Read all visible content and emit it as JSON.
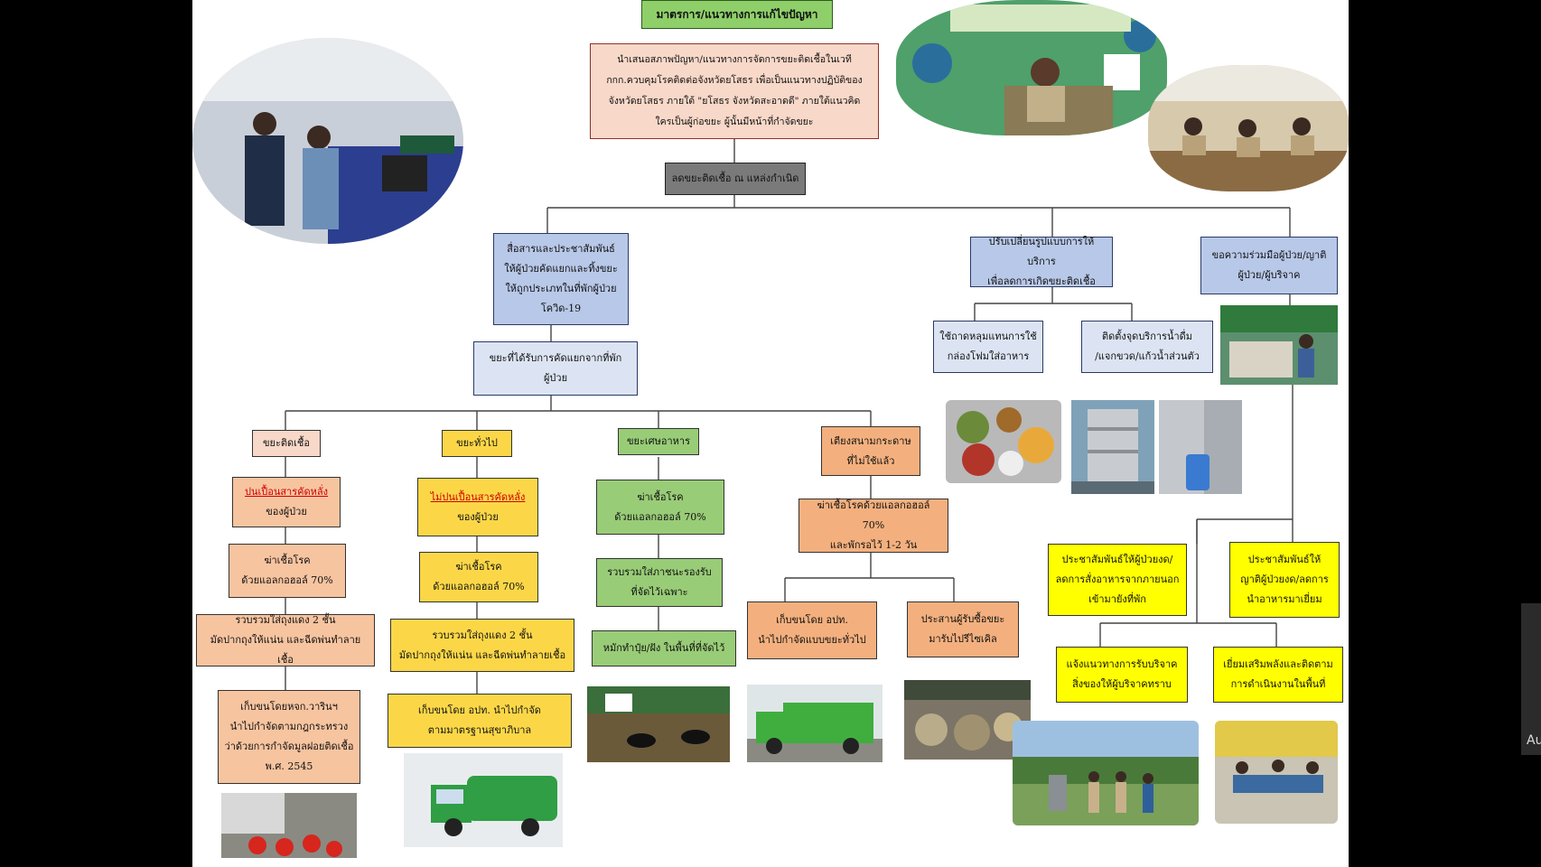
{
  "header_title": "มาตรการ/แนวทางการแก้ไขปัญหา",
  "intro_lines": [
    "นำเสนอสภาพปัญหา/แนวทางการจัดการขยะติดเชื้อในเวที",
    "กกก.ควบคุมโรคติดต่อจังหวัดยโสธร เพื่อเป็นแนวทางปฏิบัติของ",
    "จังหวัดยโสธร ภายใต้ \"ยโสธร จังหวัดสะอาดดี\" ภายใต้แนวคิด",
    "ใครเป็นผู้ก่อขยะ ผู้นั้นมีหน้าที่กำจัดขยะ"
  ],
  "reduce_label": "ลดขยะติดเชื้อ ณ แหล่งกำเนิด",
  "branches": {
    "communicate": [
      "สื่อสารและประชาสัมพันธ์",
      "ให้ผู้ป่วยคัดแยกและทิ้งขยะ",
      "ให้ถูกประเภทในที่พักผู้ป่วย",
      "โควิด-19"
    ],
    "change_service": [
      "ปรับเปลี่ยนรูปแบบการให้บริการ",
      "เพื่อลดการเกิดขยะติดเชื้อ"
    ],
    "cooperate": [
      "ขอความร่วมมือผู้ป่วย/ญาติ",
      "ผู้ป่วย/ผู้บริจาค"
    ]
  },
  "sorted_waste": [
    "ขยะที่ได้รับการคัดแยกจากที่พัก",
    "ผู้ป่วย"
  ],
  "service_items": {
    "tray": [
      "ใช้ถาดหลุมแทนการใช้",
      "กล่องโฟมใส่อาหาร"
    ],
    "water": [
      "ติดตั้งจุดบริการน้ำดื่ม",
      "/แจกขวด/แก้วน้ำส่วนตัว"
    ]
  },
  "categories": {
    "infectious": {
      "title": "ขยะติดเชื้อ",
      "step1_a": "ปนเปื้อนสารคัดหลั่ง",
      "step1_b": "ของผู้ป่วย",
      "step2": [
        "ฆ่าเชื้อโรค",
        "ด้วยแอลกอฮอล์ 70%"
      ],
      "step3": [
        "รวบรวมใส่ถุงแดง 2 ชั้น",
        "มัดปากถุงให้แน่น และฉีดพ่นทำลายเชื้อ"
      ],
      "step4": [
        "เก็บขนโดยหจก.วารินฯ",
        "นำไปกำจัดตามกฎกระทรวง",
        "ว่าด้วยการกำจัดมูลฝอยติดเชื้อ",
        "พ.ศ. 2545"
      ]
    },
    "general": {
      "title": "ขยะทั่วไป",
      "step1_a": "ไม่ปนเปื้อนสารคัดหลั่ง",
      "step1_b": "ของผู้ป่วย",
      "step2": [
        "ฆ่าเชื้อโรค",
        "ด้วยแอลกอฮอล์ 70%"
      ],
      "step3": [
        "รวบรวมใส่ถุงแดง 2 ชั้น",
        "มัดปากถุงให้แน่น และฉีดพ่นทำลายเชื้อ"
      ],
      "step4": [
        "เก็บขนโดย อปท. นำไปกำจัด",
        "ตามมาตรฐานสุขาภิบาล"
      ]
    },
    "food": {
      "title": "ขยะเศษอาหาร",
      "step1": [
        "ฆ่าเชื้อโรค",
        "ด้วยแอลกอฮอล์ 70%"
      ],
      "step2": [
        "รวบรวมใส่ภาชนะรองรับ",
        "ที่จัดไว้เฉพาะ"
      ],
      "step3": "หมักทำปุ๋ย/ฝัง ในพื้นที่ที่จัดไว้"
    },
    "beds": {
      "title": [
        "เตียงสนามกระดาษ",
        "ที่ไม่ใช้แล้ว"
      ],
      "step1": [
        "ฆ่าเชื้อโรคด้วยแอลกอฮอล์ 70%",
        "และพักรอไว้ 1-2 วัน"
      ],
      "collect": [
        "เก็บขนโดย อปท.",
        "นำไปกำจัดแบบขยะทั่วไป"
      ],
      "buyer": [
        "ประสานผู้รับซื้อขยะ",
        "มารับไปรีไซเคิล"
      ]
    }
  },
  "cooperation_items": {
    "pr_patients": [
      "ประชาสัมพันธ์ให้ผู้ป่วยงด/",
      "ลดการสั่งอาหารจากภายนอก",
      "เข้ามายังที่พัก"
    ],
    "pr_relatives": [
      "ประชาสัมพันธ์ให้",
      "ญาติผู้ป่วยงด/ลดการ",
      "นำอาหารมาเยี่ยม"
    ],
    "donors": [
      "แจ้งแนวทางการรับบริจาค",
      "สิ่งของให้ผู้บริจาคทราบ"
    ],
    "empower": [
      "เยี่ยมเสริมพลังและติดตาม",
      "การดำเนินงานในพื้นที่"
    ]
  },
  "side_tab_text": "Au",
  "colors": {
    "peach": "#f8d8c8",
    "blue": "#b8c8e8",
    "grey": "#7a7a7a",
    "orange": "#f3b07e",
    "yellow": "#fbd748",
    "green": "#99cc77",
    "bright_yellow": "#ffff00",
    "header_green": "#8fcf6a"
  },
  "photos": [
    {
      "icon": "people-at-computer-photo"
    },
    {
      "icon": "video-conference-photo"
    },
    {
      "icon": "meeting-room-photo"
    },
    {
      "icon": "patient-service-photo"
    },
    {
      "icon": "food-tray-photo"
    },
    {
      "icon": "water-tank-photo"
    },
    {
      "icon": "water-bottle-photo"
    },
    {
      "icon": "red-bags-photo"
    },
    {
      "icon": "garbage-truck-photo"
    },
    {
      "icon": "compost-pit-photo"
    },
    {
      "icon": "green-truck-photo"
    },
    {
      "icon": "recycle-pile-photo"
    },
    {
      "icon": "field-visit-photo"
    },
    {
      "icon": "team-table-photo"
    }
  ]
}
